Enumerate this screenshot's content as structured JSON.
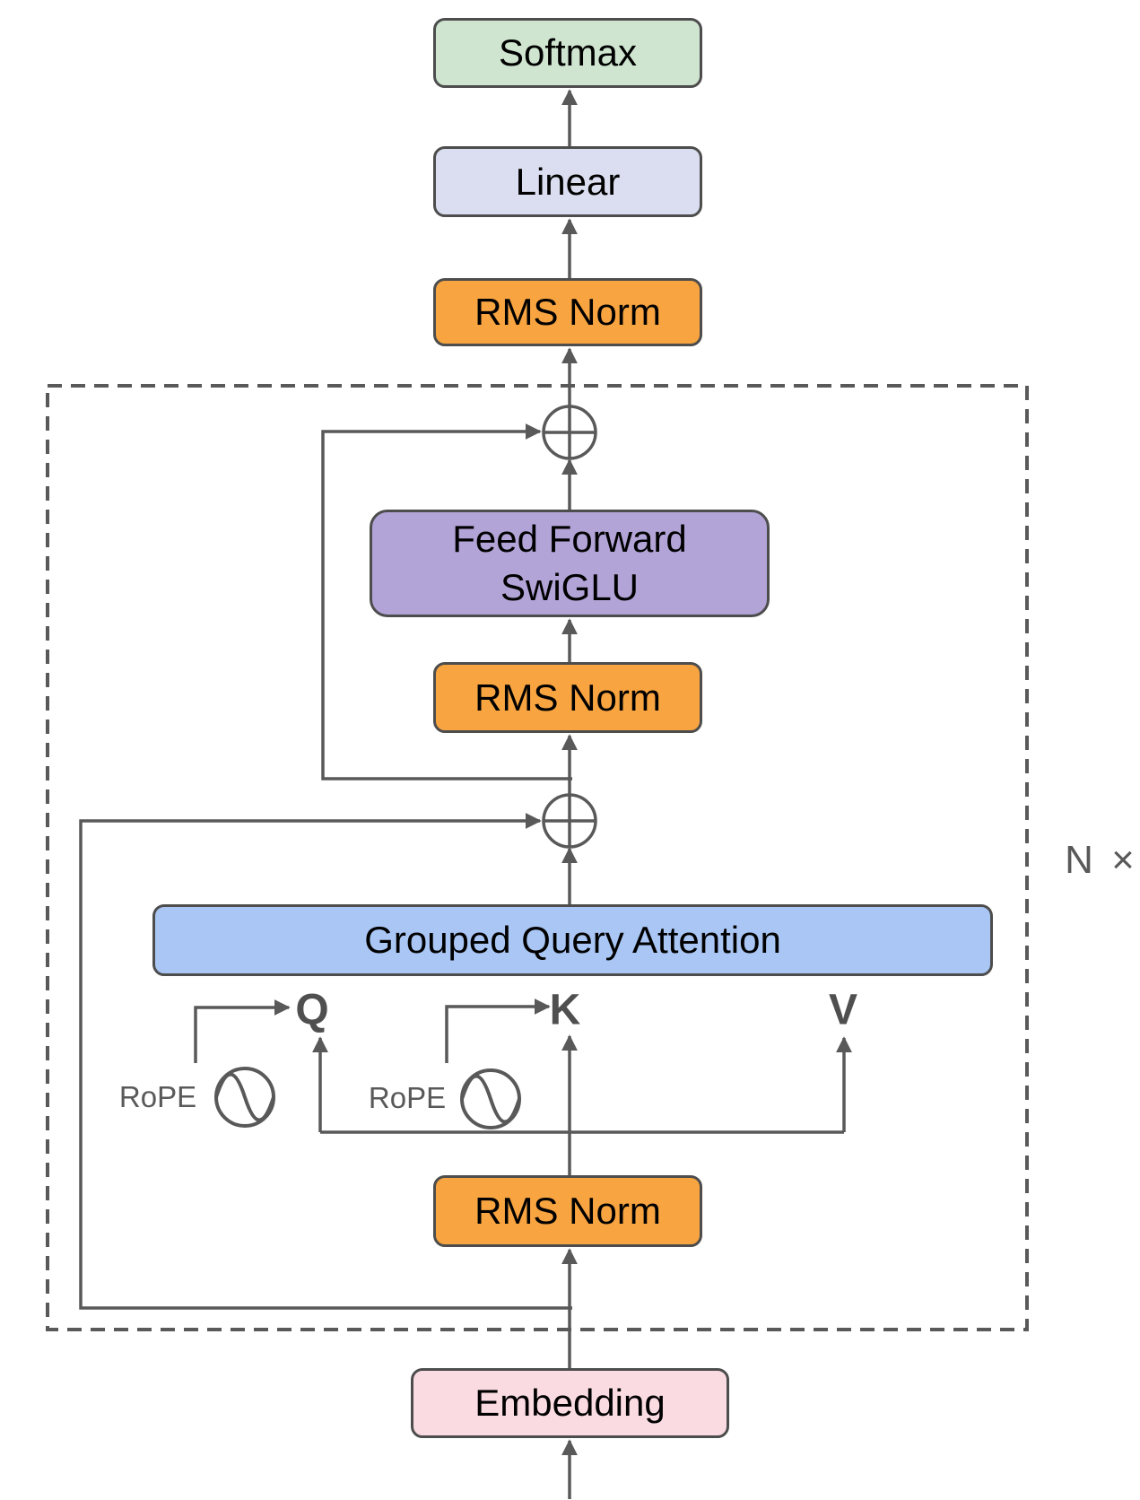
{
  "blocks": {
    "softmax": {
      "label": "Softmax",
      "fill": "#cfe5d0"
    },
    "linear": {
      "label": "Linear",
      "fill": "#dbdef0"
    },
    "rms_norm_top": {
      "label": "RMS Norm",
      "fill": "#f8a440"
    },
    "feed_forward": {
      "line1": "Feed Forward",
      "line2": "SwiGLU",
      "fill": "#b3a4d8"
    },
    "rms_norm_mid": {
      "label": "RMS Norm",
      "fill": "#f8a440"
    },
    "grouped_query_attention": {
      "label": "Grouped Query Attention",
      "fill": "#a9c6f4"
    },
    "rms_norm_bottom": {
      "label": "RMS Norm",
      "fill": "#f8a440"
    },
    "embedding": {
      "label": "Embedding",
      "fill": "#fbdbe2"
    }
  },
  "attention_heads": {
    "query": "Q",
    "key": "K",
    "value": "V"
  },
  "rope": {
    "query_label": "RoPE",
    "key_label": "RoPE"
  },
  "loop_label": "N ×",
  "icons": {
    "rope": "sine-oscillator-icon",
    "residual_add": "plus-circle-icon"
  },
  "colors": {
    "connector": "#595959",
    "block_border": "#4d4d4d",
    "head_label": "#4f4f4f",
    "background": "#ffffff"
  }
}
